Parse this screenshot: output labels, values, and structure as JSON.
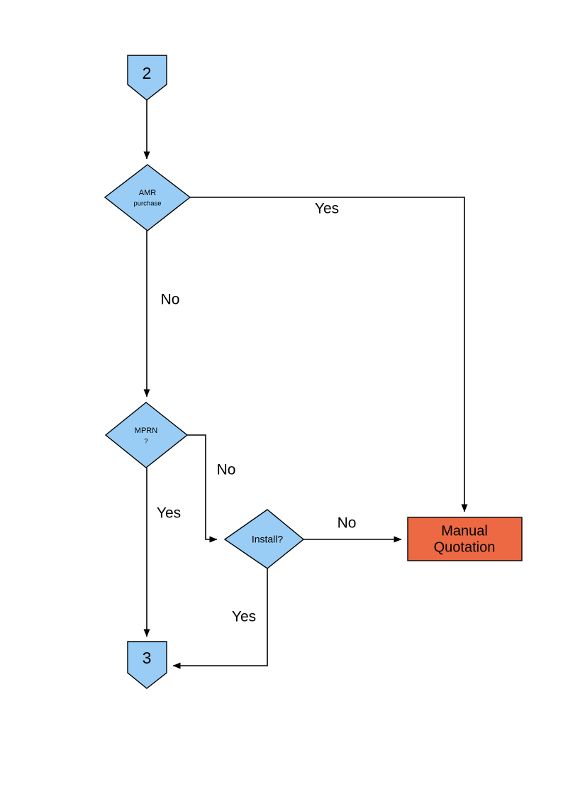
{
  "diagram": {
    "type": "flowchart",
    "title": "",
    "colors": {
      "node_blue": "#9ACDF5",
      "node_orange": "#EC6943",
      "stroke": "#000000",
      "background": "#FFFFFF"
    },
    "nodes": [
      {
        "id": "start-2",
        "shape": "shield",
        "label": "2",
        "color": "#9ACDF5"
      },
      {
        "id": "amr-purchase",
        "shape": "diamond",
        "label_line1": "AMR",
        "label_line2": "purchase",
        "color": "#9ACDF5"
      },
      {
        "id": "mprn",
        "shape": "diamond",
        "label_line1": "MPRN",
        "label_line2": "?",
        "color": "#9ACDF5"
      },
      {
        "id": "install",
        "shape": "diamond",
        "label_line1": "Install?",
        "color": "#9ACDF5"
      },
      {
        "id": "manual-quotation",
        "shape": "rectangle",
        "label_line1": "Manual",
        "label_line2": "Quotation",
        "color": "#EC6943"
      },
      {
        "id": "end-3",
        "shape": "shield",
        "label": "3",
        "color": "#9ACDF5"
      }
    ],
    "edges": [
      {
        "id": "e-start-amr",
        "from": "start-2",
        "to": "amr-purchase",
        "label": ""
      },
      {
        "id": "e-amr-yes",
        "from": "amr-purchase",
        "to": "manual-quotation",
        "label": "Yes"
      },
      {
        "id": "e-amr-no",
        "from": "amr-purchase",
        "to": "mprn",
        "label": "No"
      },
      {
        "id": "e-mprn-no",
        "from": "mprn",
        "to": "install",
        "label": "No"
      },
      {
        "id": "e-mprn-yes",
        "from": "mprn",
        "to": "end-3",
        "label": "Yes"
      },
      {
        "id": "e-install-no",
        "from": "install",
        "to": "manual-quotation",
        "label": "No"
      },
      {
        "id": "e-install-yes",
        "from": "install",
        "to": "end-3",
        "label": "Yes"
      }
    ]
  }
}
